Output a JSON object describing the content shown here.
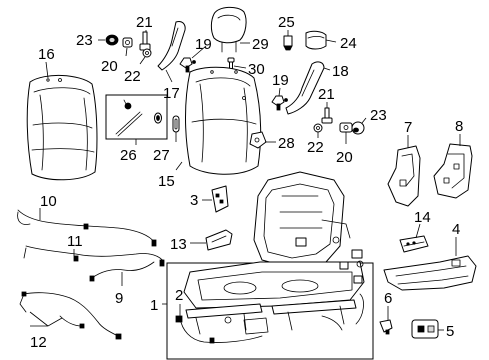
{
  "diagram": {
    "callouts": {
      "c1": "1",
      "c2": "2",
      "c3": "3",
      "c4": "4",
      "c5": "5",
      "c6": "6",
      "c7": "7",
      "c8": "8",
      "c9": "9",
      "c10": "10",
      "c11": "11",
      "c12": "12",
      "c13": "13",
      "c14": "14",
      "c15": "15",
      "c16": "16",
      "c17": "17",
      "c18": "18",
      "c19a": "19",
      "c19b": "19",
      "c20a": "20",
      "c20b": "20",
      "c21a": "21",
      "c21b": "21",
      "c22a": "22",
      "c22b": "22",
      "c23a": "23",
      "c23b": "23",
      "c24": "24",
      "c25": "25",
      "c26": "26",
      "c27": "27",
      "c28": "28",
      "c29": "29",
      "c30": "30"
    }
  }
}
